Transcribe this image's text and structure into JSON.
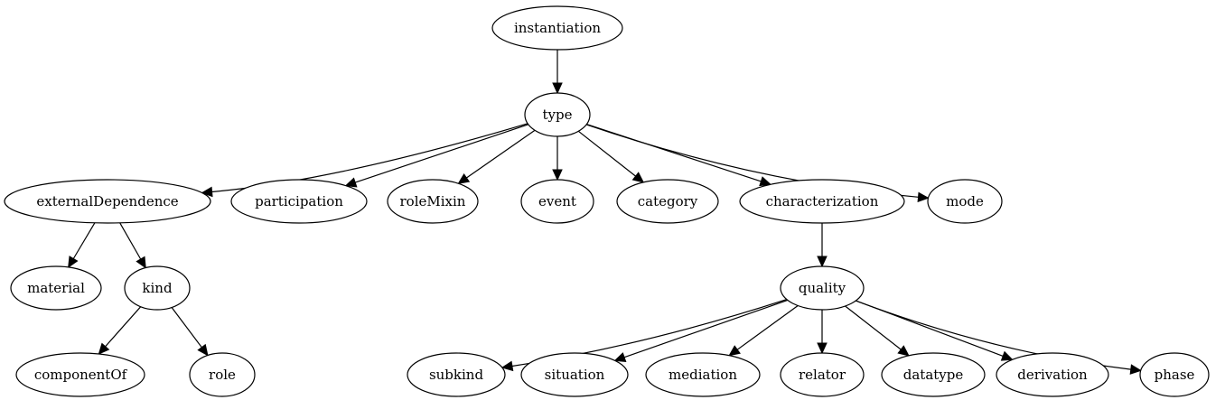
{
  "diagram": {
    "nodes": [
      {
        "id": "instantiation",
        "label": "instantiation"
      },
      {
        "id": "type",
        "label": "type"
      },
      {
        "id": "externalDependence",
        "label": "externalDependence"
      },
      {
        "id": "participation",
        "label": "participation"
      },
      {
        "id": "roleMixin",
        "label": "roleMixin"
      },
      {
        "id": "event",
        "label": "event"
      },
      {
        "id": "category",
        "label": "category"
      },
      {
        "id": "characterization",
        "label": "characterization"
      },
      {
        "id": "mode",
        "label": "mode"
      },
      {
        "id": "material",
        "label": "material"
      },
      {
        "id": "kind",
        "label": "kind"
      },
      {
        "id": "quality",
        "label": "quality"
      },
      {
        "id": "componentOf",
        "label": "componentOf"
      },
      {
        "id": "role",
        "label": "role"
      },
      {
        "id": "subkind",
        "label": "subkind"
      },
      {
        "id": "situation",
        "label": "situation"
      },
      {
        "id": "mediation",
        "label": "mediation"
      },
      {
        "id": "relator",
        "label": "relator"
      },
      {
        "id": "datatype",
        "label": "datatype"
      },
      {
        "id": "derivation",
        "label": "derivation"
      },
      {
        "id": "phase",
        "label": "phase"
      }
    ],
    "edges": [
      {
        "from": "instantiation",
        "to": "type"
      },
      {
        "from": "type",
        "to": "externalDependence"
      },
      {
        "from": "type",
        "to": "participation"
      },
      {
        "from": "type",
        "to": "roleMixin"
      },
      {
        "from": "type",
        "to": "event"
      },
      {
        "from": "type",
        "to": "category"
      },
      {
        "from": "type",
        "to": "characterization"
      },
      {
        "from": "type",
        "to": "mode"
      },
      {
        "from": "externalDependence",
        "to": "material"
      },
      {
        "from": "externalDependence",
        "to": "kind"
      },
      {
        "from": "kind",
        "to": "componentOf"
      },
      {
        "from": "kind",
        "to": "role"
      },
      {
        "from": "characterization",
        "to": "quality"
      },
      {
        "from": "quality",
        "to": "subkind"
      },
      {
        "from": "quality",
        "to": "situation"
      },
      {
        "from": "quality",
        "to": "mediation"
      },
      {
        "from": "quality",
        "to": "relator"
      },
      {
        "from": "quality",
        "to": "datatype"
      },
      {
        "from": "quality",
        "to": "derivation"
      },
      {
        "from": "quality",
        "to": "phase"
      }
    ]
  }
}
